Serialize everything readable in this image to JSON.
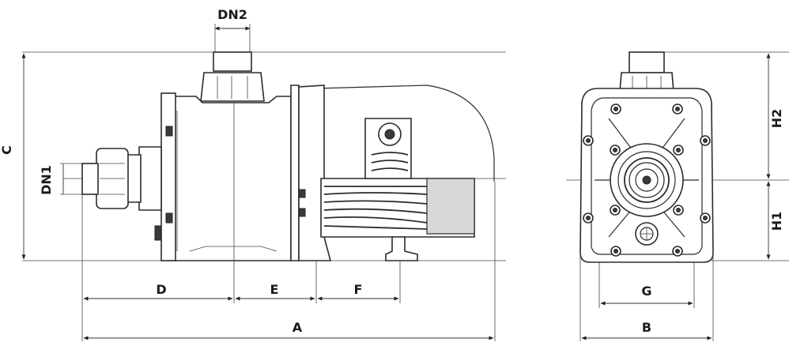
{
  "labels": {
    "dn2": "DN2",
    "dn1": "DN1",
    "c": "C",
    "d": "D",
    "e": "E",
    "f": "F",
    "a": "A",
    "g": "G",
    "b": "B",
    "h1": "H1",
    "h2": "H2"
  },
  "colors": {
    "line": "#2b2b2b",
    "motor_dark": "#3a3a3a",
    "background": "#ffffff"
  }
}
